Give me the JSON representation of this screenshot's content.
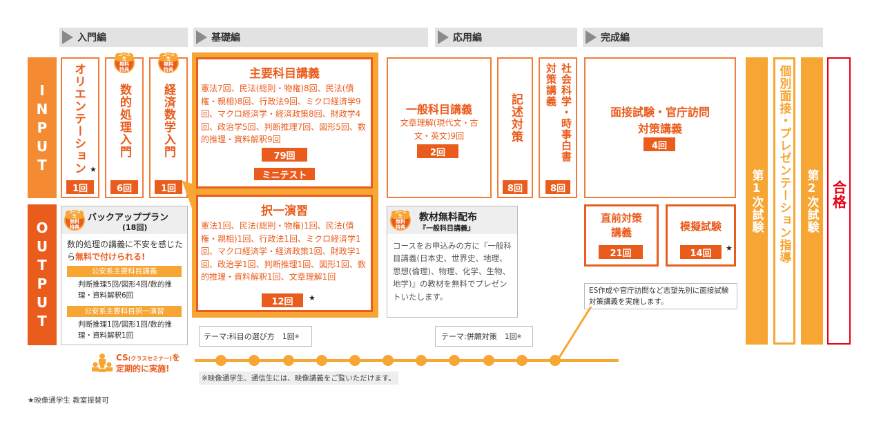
{
  "phases": [
    {
      "label": "入門編"
    },
    {
      "label": "基礎編"
    },
    {
      "label": "応用編"
    },
    {
      "label": "完成編"
    }
  ],
  "side": {
    "input": [
      "I",
      "N",
      "P",
      "U",
      "T"
    ],
    "output": [
      "O",
      "U",
      "T",
      "P",
      "U",
      "T"
    ]
  },
  "bonus_badge": {
    "line1": "コース生",
    "line2": "無料",
    "line3": "特典"
  },
  "intro": {
    "orientation": {
      "title": "オリエンテーション",
      "count": "1回"
    },
    "math": {
      "title": "数的処理入門",
      "count": "6回"
    },
    "econ": {
      "title": "経済数学入門",
      "count": "1回"
    }
  },
  "main_lecture": {
    "title": "主要科目講義",
    "body": "憲法7回、民法(総則・物権)8回、民法(債権・親相)8回、行政法9回、ミクロ経済学9回、マクロ経済学・経済政策8回、財政学4回、政治学5回、判断推理7回、図形5回、数的推理・資料解釈9回",
    "count": "79回",
    "minitest": "ミニテスト"
  },
  "practice": {
    "title": "択一演習",
    "body": "憲法1回、民法(総則・物権)1回、民法(債権・親相)1回、行政法1回、ミクロ経済学1回、マクロ経済学・経済政策1回、財政学1回、政治学1回、判断推理1回、図形1回、数的推理・資料解釈1回、文章理解1回",
    "count": "12回"
  },
  "backup": {
    "title": "バックアッププラン",
    "sub": "(18回)",
    "desc1": "数的処理の講義に不安を感じたら",
    "desc_highlight": "無料で付けられる!",
    "sec1_header": "公安系主要科目講義",
    "sec1_body": "判断推理5回/図形4回/数的推理・資料解釈6回",
    "sec2_header": "公安系主要科目択一演習",
    "sec2_body": "判断推理1回/図形1回/数的推理・資料解釈1回"
  },
  "general": {
    "title": "一般科目講義",
    "body": "文章理解(現代文・古文・英文)9回",
    "count": "2回"
  },
  "essay": {
    "title": "記述対策",
    "count": "8回"
  },
  "social": {
    "title_a": "社会科学・時事白書",
    "title_b": "対策講義",
    "count": "8回"
  },
  "materials": {
    "title": "教材無料配布",
    "sub": "『一般科目講義』",
    "body": "コースをお申込みの方に『一般科目講義(日本史、世界史、地理、思想(倫理)、物理、化学、生物、地学)』の教材を無料でプレゼントいたします。"
  },
  "interview": {
    "title_1": "面接試験・官庁訪問",
    "title_2": "対策講義",
    "count": "4回"
  },
  "final_prep": {
    "title_1": "直前対策",
    "title_2": "講義",
    "count": "21回"
  },
  "mock": {
    "title": "模擬試験",
    "count": "14回"
  },
  "es_note": "ES作成や官庁訪問など志望先別に面接試験対策講義を実施します。",
  "stages": {
    "first": "第1次試験",
    "individual": "個別面接・プレゼンテーション指導",
    "second": "第2次試験",
    "pass": "合格"
  },
  "theme1": {
    "prefix": "テーマ:",
    "text": "科目の選び方　1回",
    "mark": "※"
  },
  "theme2": {
    "prefix": "テーマ:",
    "text": "併願対策　1回",
    "mark": "※"
  },
  "cs": {
    "label": "CS",
    "paren": "(クラスセミナー)",
    "suffix": "を",
    "line2": "定期的に実施!"
  },
  "footnote_video": "※映像通学生、通信生には、映像講義をご覧いただけます。",
  "footnote_star": "★映像通学生 教室振替可",
  "star": "★",
  "colors": {
    "accent": "#ea5c1c",
    "orange": "#f07c3a",
    "yellow": "#f7a533",
    "red": "#e60012",
    "gray": "#e2e2e2"
  }
}
